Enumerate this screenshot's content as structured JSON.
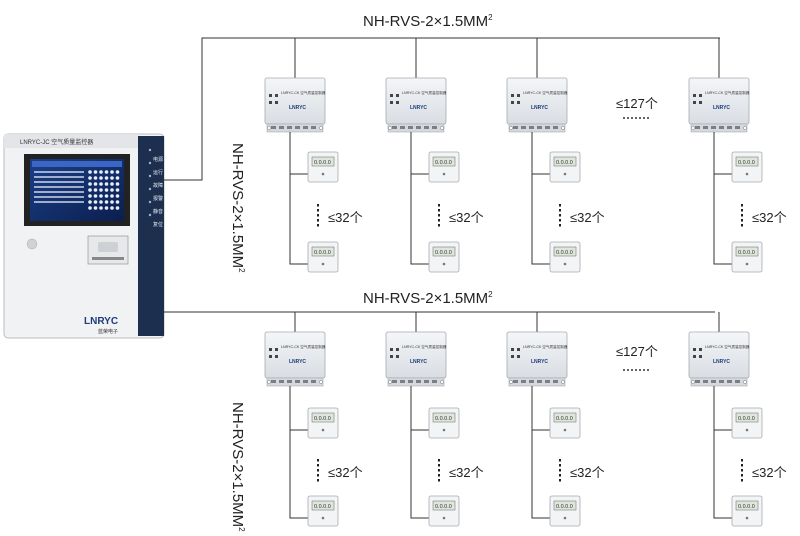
{
  "bus_cable": {
    "text": "NH-RVS-2×1.5MM",
    "sup": "2"
  },
  "host": {
    "model_label": "LNRYC-JC 空气质量监控器",
    "brand": "LNRYC",
    "brand_sub": "蓝荣电子",
    "side_panel_labels": [
      "电源",
      "运行",
      "故障",
      "报警",
      "静音",
      "复位"
    ]
  },
  "controller": {
    "title": "LNRYC-CK 空气质量控制器",
    "brand": "LNRYC"
  },
  "sensor": {
    "reading": "0.0.0.0"
  },
  "counts": {
    "controllers": "≤127个",
    "sensors": "≤32个"
  }
}
